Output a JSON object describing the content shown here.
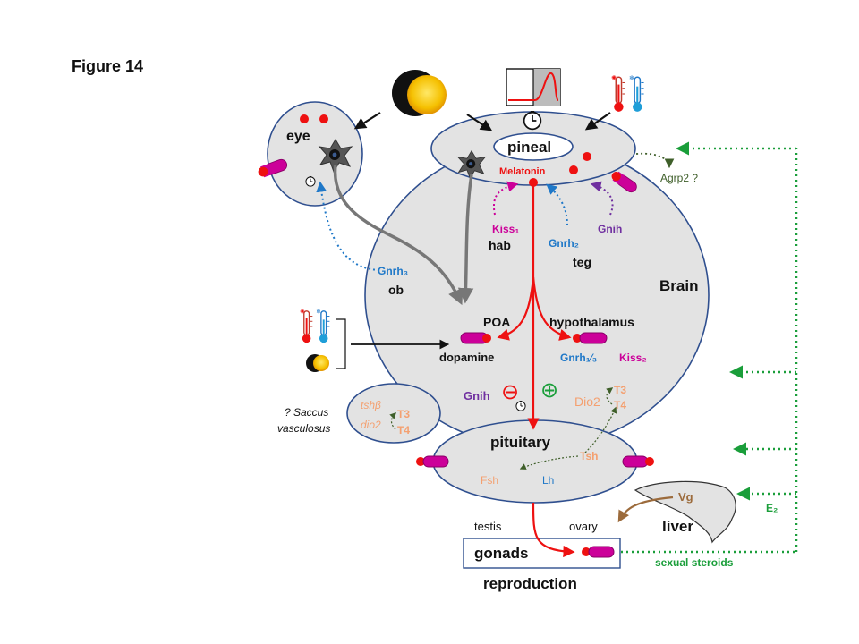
{
  "figure_title": "Figure 14",
  "colors": {
    "gray_ellipse": "#e3e3e3",
    "outline_blue": "#2f4f8f",
    "red": "#ee1111",
    "magenta": "#cc0099",
    "purple": "#7030a0",
    "blue": "#1f78c8",
    "orange": "#f4a070",
    "green": "#1a9e3a",
    "dark_green": "#3f5f2a",
    "brown": "#9c6b3c"
  },
  "icons": {
    "eclipse": "sun-eclipse-icon",
    "photoperiod": "photoperiod-curve-icon",
    "clock": "clock-icon",
    "thermometers": "thermometer-icon",
    "receptor": "receptor-icon",
    "photoreceptor": "photoreceptor-cell-icon"
  },
  "labels": {
    "eye": "eye",
    "pineal": "pineal",
    "melatonin": "Melatonin",
    "agrp2": "Agrp2 ?",
    "kiss1": "Kiss₁",
    "hab": "hab",
    "gnrh2": "Gnrh₂",
    "teg": "teg",
    "gnih_top": "Gnih",
    "gnrh3": "Gnrh₃",
    "ob": "ob",
    "brain": "Brain",
    "poa": "POA",
    "hypothalamus": "hypothalamus",
    "dopamine": "dopamine",
    "gnrh13": "Gnrh₁⁄₃",
    "kiss2": "Kiss₂",
    "gnih_bottom": "Gnih",
    "minus": "⊖",
    "plus": "⊕",
    "dio2_brain": "Dio2",
    "t3_brain": "T3",
    "t4_brain": "T4",
    "saccus_q": "? Saccus",
    "saccus_v": "vasculosus",
    "tshb": "tshβ",
    "dio2_sv": "dio2",
    "t3_sv": "T3",
    "t4_sv": "T4",
    "pituitary": "pituitary",
    "tsh": "Tsh",
    "fsh": "Fsh",
    "lh": "Lh",
    "testis": "testis",
    "ovary": "ovary",
    "gonads": "gonads",
    "reproduction": "reproduction",
    "vg": "Vg",
    "liver": "liver",
    "e2": "E₂",
    "sexual_steroids": "sexual steroids"
  }
}
